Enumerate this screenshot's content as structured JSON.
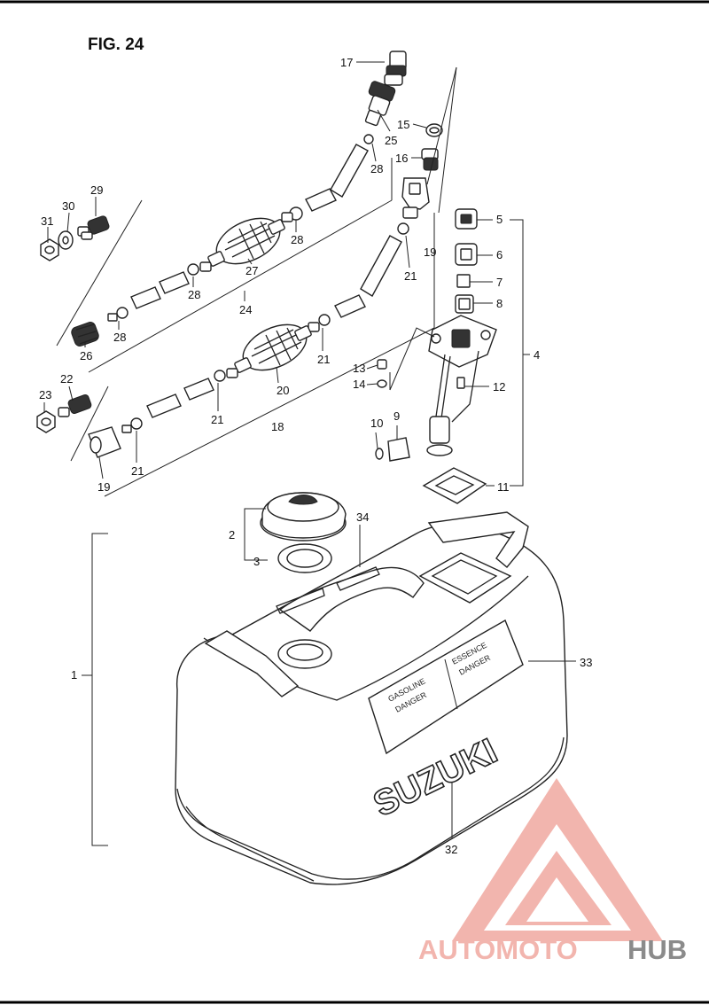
{
  "figure_title": "FIG. 24",
  "brand_on_tank": "SUZUKI",
  "warning_left": [
    "GASOLINE",
    "DANGER"
  ],
  "warning_right": [
    "ESSENCE",
    "DANGER"
  ],
  "watermark": {
    "part1": "AUTOMOTO",
    "part2": "HUB",
    "color_primary": "#f0a9a0",
    "color_secondary": "#777777"
  },
  "callouts": {
    "c1": "1",
    "c2": "2",
    "c3": "3",
    "c4": "4",
    "c5": "5",
    "c6": "6",
    "c7": "7",
    "c8": "8",
    "c9": "9",
    "c10": "10",
    "c11": "11",
    "c12": "12",
    "c13": "13",
    "c14": "14",
    "c15": "15",
    "c16": "16",
    "c17": "17",
    "c18": "18",
    "c19a": "19",
    "c19b": "19",
    "c20": "20",
    "c21a": "21",
    "c21b": "21",
    "c21c": "21",
    "c21d": "21",
    "c22": "22",
    "c23": "23",
    "c24": "24",
    "c25": "25",
    "c26": "26",
    "c27": "27",
    "c28a": "28",
    "c28b": "28",
    "c28c": "28",
    "c28d": "28",
    "c29": "29",
    "c30": "30",
    "c31": "31",
    "c32": "32",
    "c33": "33",
    "c34": "34"
  }
}
